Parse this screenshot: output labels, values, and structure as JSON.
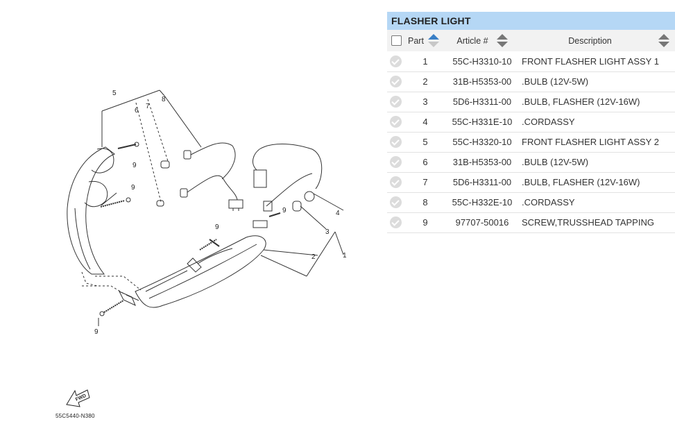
{
  "diagram": {
    "callouts": [
      "5",
      "6",
      "7",
      "8",
      "9",
      "9",
      "9",
      "9",
      "4",
      "3",
      "2",
      "1",
      "9"
    ],
    "fwd_label": "FWD",
    "drawing_code": "55C5440-N380"
  },
  "panel": {
    "title": "FLASHER LIGHT",
    "columns": {
      "part": "Part",
      "article": "Article #",
      "description": "Description"
    },
    "rows": [
      {
        "part": "1",
        "article": "55C-H3310-10",
        "description": "FRONT FLASHER LIGHT ASSY 1"
      },
      {
        "part": "2",
        "article": "31B-H5353-00",
        "description": ".BULB (12V-5W)"
      },
      {
        "part": "3",
        "article": "5D6-H3311-00",
        "description": ".BULB, FLASHER (12V-16W)"
      },
      {
        "part": "4",
        "article": "55C-H331E-10",
        "description": ".CORDASSY"
      },
      {
        "part": "5",
        "article": "55C-H3320-10",
        "description": "FRONT FLASHER LIGHT ASSY 2"
      },
      {
        "part": "6",
        "article": "31B-H5353-00",
        "description": ".BULB (12V-5W)"
      },
      {
        "part": "7",
        "article": "5D6-H3311-00",
        "description": ".BULB, FLASHER (12V-16W)"
      },
      {
        "part": "8",
        "article": "55C-H332E-10",
        "description": ".CORDASSY"
      },
      {
        "part": "9",
        "article": "97707-50016",
        "description": "SCREW,TRUSSHEAD TAPPING"
      }
    ]
  }
}
